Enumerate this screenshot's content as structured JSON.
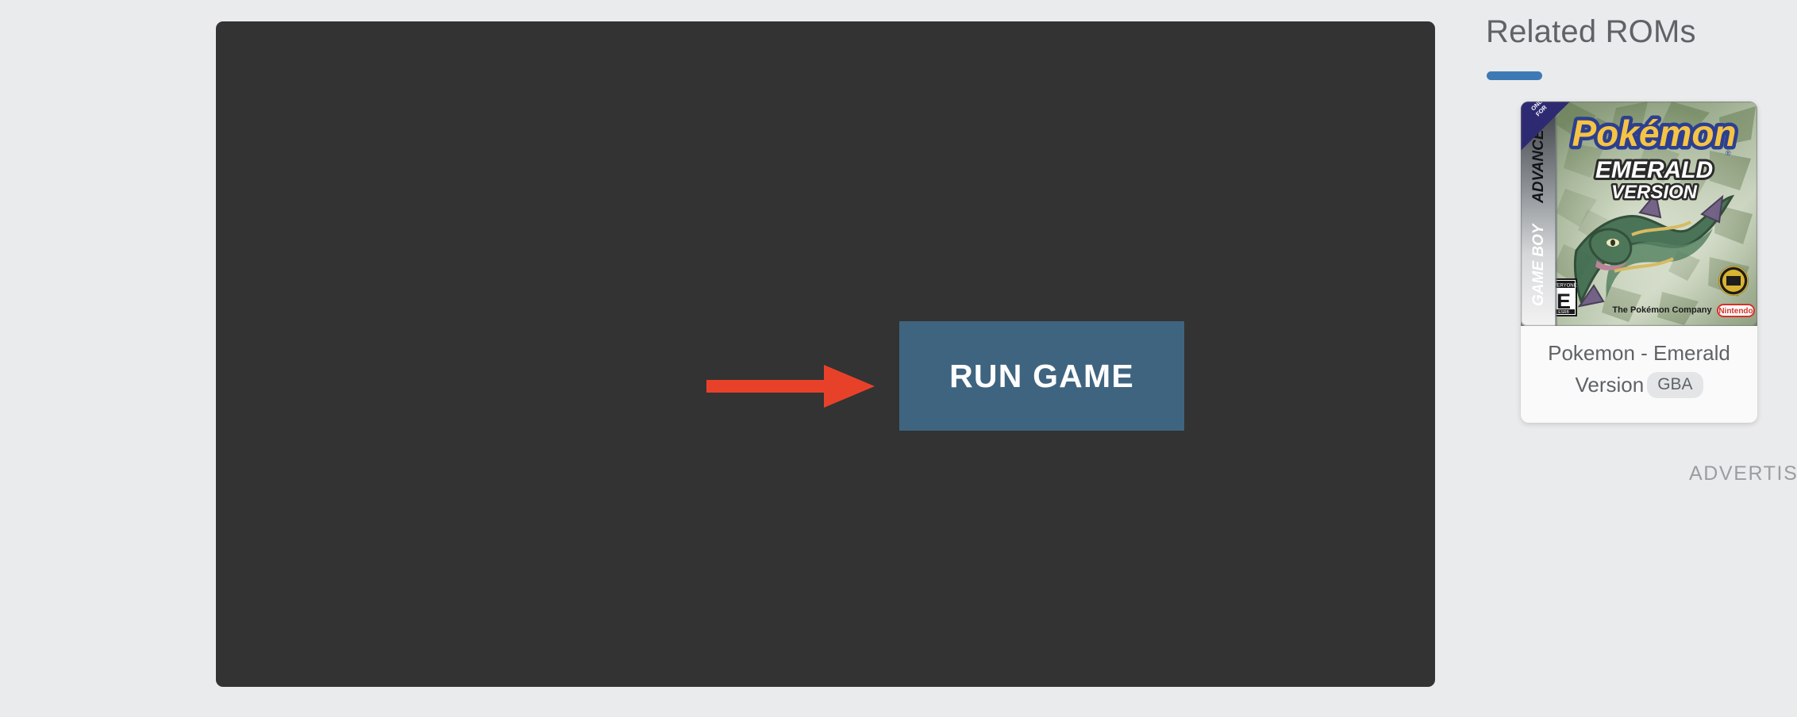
{
  "page": {
    "background_color": "#eaebec"
  },
  "emulator": {
    "panel_color": "#333333",
    "run_button": {
      "label": "RUN GAME",
      "background_color": "#3f6480",
      "text_color": "#ffffff"
    },
    "annotation": {
      "icon": "arrow-right-icon",
      "color": "#e8412a"
    }
  },
  "sidebar": {
    "heading": "Related ROMs",
    "accent_color": "#3d7ab5",
    "advertisement_label": "ADVERTISE",
    "roms": [
      {
        "title": "Pokemon - Emerald Version",
        "platform": "GBA",
        "cover": {
          "console_label": "GAME BOY ADVANCE",
          "corner_banner": "ONLY FOR",
          "logo_text": "Pokémon",
          "subtitle_line1": "EMERALD",
          "subtitle_line2": "VERSION",
          "publisher": "The Pokémon Company",
          "brand": "Nintendo",
          "rating_header": "EVERYONE",
          "rating_letter": "E",
          "rating_footer": "ESRB",
          "seal_text": "OFFICIAL NINTENDO SEAL"
        }
      }
    ]
  }
}
